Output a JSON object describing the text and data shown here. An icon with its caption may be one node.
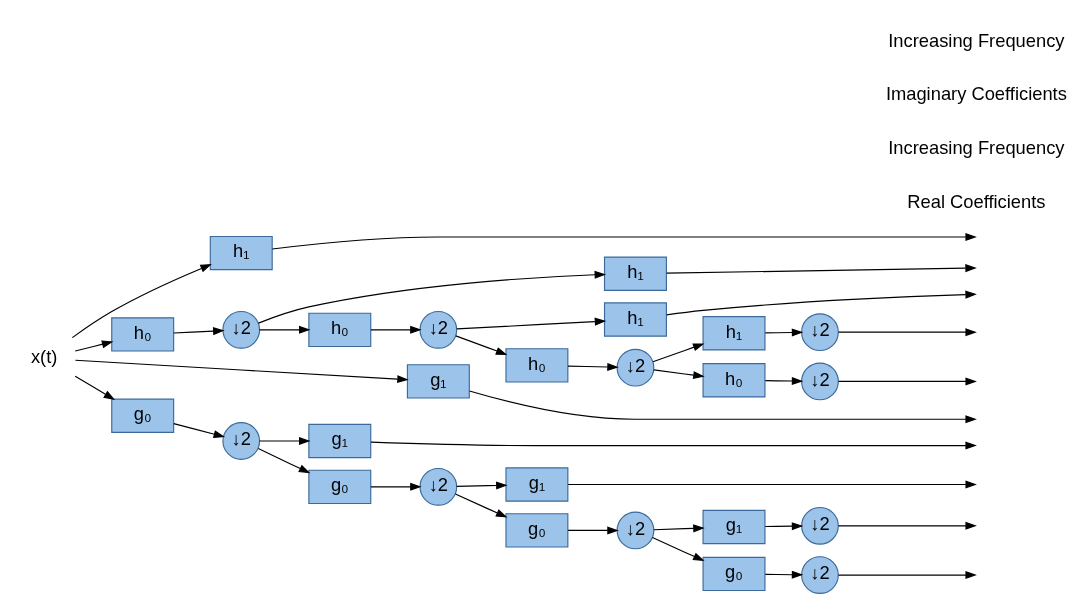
{
  "diagram": {
    "nodes": [
      {
        "text": [
          "x(t)"
        ]
      },
      {
        "text": [
          "h₁"
        ]
      },
      {
        "text": [
          "h₀"
        ]
      },
      {
        "text": [
          "↓2"
        ]
      },
      {
        "text": [
          "h₁"
        ]
      },
      {
        "text": [
          "h₀"
        ]
      },
      {
        "text": [
          "↓2"
        ]
      },
      {
        "text": [
          "h₁"
        ]
      },
      {
        "text": [
          "h₀"
        ]
      },
      {
        "text": [
          "↓2"
        ]
      },
      {
        "text": [
          "h₁"
        ]
      },
      {
        "text": [
          "↓2"
        ]
      },
      {
        "text": [
          "h₀"
        ]
      },
      {
        "text": [
          "↓2"
        ]
      },
      {
        "text": [
          "g₁"
        ]
      },
      {
        "text": [
          "g₀"
        ]
      },
      {
        "text": [
          "↓2"
        ]
      },
      {
        "text": [
          "g₁"
        ]
      },
      {
        "text": [
          "g₀"
        ]
      },
      {
        "text": [
          "↓2"
        ]
      },
      {
        "text": [
          "g₁"
        ]
      },
      {
        "text": [
          "g₀"
        ]
      },
      {
        "text": [
          "↓2"
        ]
      },
      {
        "text": [
          "g₁"
        ]
      },
      {
        "text": [
          "↓2"
        ]
      },
      {
        "text": [
          "g₀"
        ]
      },
      {
        "text": [
          "↓2"
        ]
      }
    ],
    "edges": [
      {
        "from": 0,
        "to": 1,
        "arrow": "to"
      },
      {
        "from": 0,
        "to": 2,
        "arrow": "to"
      },
      {
        "from": 1,
        "to": null,
        "arrow": "to"
      },
      {
        "from": 2,
        "to": 3,
        "arrow": "to"
      },
      {
        "from": 3,
        "to": 4,
        "arrow": "to"
      },
      {
        "from": 3,
        "to": 5,
        "arrow": "to"
      },
      {
        "from": 4,
        "to": null,
        "arrow": "to"
      },
      {
        "from": 5,
        "to": 6,
        "arrow": "to"
      },
      {
        "from": 6,
        "to": 7,
        "arrow": "to"
      },
      {
        "from": 6,
        "to": 8,
        "arrow": "to"
      },
      {
        "from": 7,
        "to": null,
        "arrow": "to"
      },
      {
        "from": 8,
        "to": 9,
        "arrow": "to"
      },
      {
        "from": 9,
        "to": 10,
        "arrow": "to"
      },
      {
        "from": 9,
        "to": 12,
        "arrow": "to"
      },
      {
        "from": 10,
        "to": 11,
        "arrow": "to"
      },
      {
        "from": 11,
        "to": null,
        "arrow": "to"
      },
      {
        "from": 12,
        "to": 13,
        "arrow": "to"
      },
      {
        "from": 13,
        "to": null,
        "arrow": "to"
      },
      {
        "from": 0,
        "to": 14,
        "arrow": "to"
      },
      {
        "from": 0,
        "to": 15,
        "arrow": "to"
      },
      {
        "from": 14,
        "to": null,
        "arrow": "to"
      },
      {
        "from": 15,
        "to": 16,
        "arrow": "to"
      },
      {
        "from": 16,
        "to": 17,
        "arrow": "to"
      },
      {
        "from": 16,
        "to": 18,
        "arrow": "to"
      },
      {
        "from": 17,
        "to": null,
        "arrow": "to"
      },
      {
        "from": 18,
        "to": 19,
        "arrow": "to"
      },
      {
        "from": 19,
        "to": 20,
        "arrow": "to"
      },
      {
        "from": 19,
        "to": 21,
        "arrow": "to"
      },
      {
        "from": 20,
        "to": null,
        "arrow": "to"
      },
      {
        "from": 21,
        "to": 22,
        "arrow": "to"
      },
      {
        "from": 22,
        "to": 23,
        "arrow": "to"
      },
      {
        "from": 22,
        "to": 25,
        "arrow": "to"
      },
      {
        "from": 23,
        "to": 24,
        "arrow": "to"
      },
      {
        "from": 24,
        "to": null,
        "arrow": "to"
      },
      {
        "from": 25,
        "to": 26,
        "arrow": "to"
      },
      {
        "from": 26,
        "to": null,
        "arrow": "to"
      }
    ],
    "labels": [
      "Real Coefficients",
      "Increasing Frequency",
      "Imaginary Coefficients",
      "Increasing Frequency"
    ]
  }
}
